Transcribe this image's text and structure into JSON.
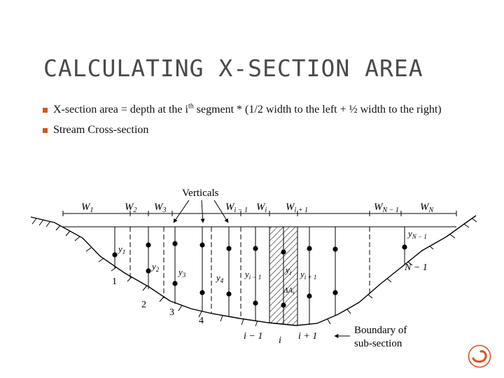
{
  "slide": {
    "title": "CALCULATING X-SECTION AREA",
    "bullets": [
      {
        "pre": "X-section area = depth at the i",
        "sup": "th",
        "post": " segment * (1/2 width to the left + ½  width to the right)"
      },
      {
        "pre": "Stream Cross-section",
        "sup": "",
        "post": ""
      }
    ]
  },
  "diagram": {
    "verticals_label": "Verticals",
    "width_labels": [
      "W",
      "W",
      "W",
      "W",
      "W",
      "W",
      "W",
      "W"
    ],
    "width_subs": [
      "1",
      "2",
      "3",
      "i − 1",
      "i",
      "i + 1",
      "N − 1",
      "N"
    ],
    "depth_labels": [
      {
        "base": "y",
        "sub": "1"
      },
      {
        "base": "y",
        "sub": "2"
      },
      {
        "base": "y",
        "sub": "3"
      },
      {
        "base": "y",
        "sub": "4"
      },
      {
        "base": "y",
        "sub": "i − 1"
      },
      {
        "base": "y",
        "sub": "i"
      },
      {
        "base": "y",
        "sub": "i + 1"
      },
      {
        "base": "y",
        "sub": "N − 1"
      }
    ],
    "area_label": {
      "base": "ΔA",
      "sub": "i"
    },
    "numbers": [
      "1",
      "2",
      "3",
      "4",
      "i − 1",
      "i",
      "i + 1",
      "N − 1"
    ],
    "boundary_label_1": "Boundary of",
    "boundary_label_2": "sub-section"
  },
  "colors": {
    "accent": "#d9541e",
    "title": "#4a4a4a"
  }
}
